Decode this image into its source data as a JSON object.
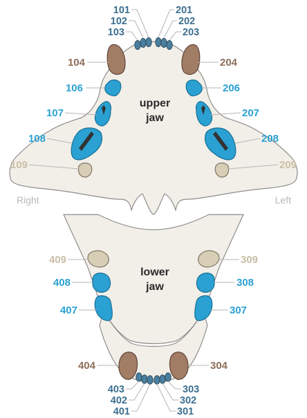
{
  "jaws": {
    "upper": {
      "title_line1": "upper",
      "title_line2": "jaw"
    },
    "lower": {
      "title_line1": "lower",
      "title_line2": "jaw"
    }
  },
  "sides": {
    "right": "Right",
    "left": "Left"
  },
  "colors": {
    "incisor": "#4b7f9f",
    "canine": "#a27d66",
    "premolar": "#2aa1d2",
    "molar": "#d8cdb5",
    "bone": "#f2efe8",
    "incisor_label": "#3c6e8f",
    "canine_label": "#8c6e5a",
    "premolar_label": "#2aa1d2",
    "molar_label": "#c9bea6"
  },
  "teeth": {
    "t101": "101",
    "t102": "102",
    "t103": "103",
    "t201": "201",
    "t202": "202",
    "t203": "203",
    "t104": "104",
    "t204": "204",
    "t106": "106",
    "t206": "206",
    "t107": "107",
    "t207": "207",
    "t108": "108",
    "t208": "208",
    "t109": "109",
    "t209": "209",
    "t409": "409",
    "t309": "309",
    "t408": "408",
    "t308": "308",
    "t407": "407",
    "t307": "307",
    "t404": "404",
    "t304": "304",
    "t403": "403",
    "t402": "402",
    "t401": "401",
    "t303": "303",
    "t302": "302",
    "t301": "301"
  }
}
